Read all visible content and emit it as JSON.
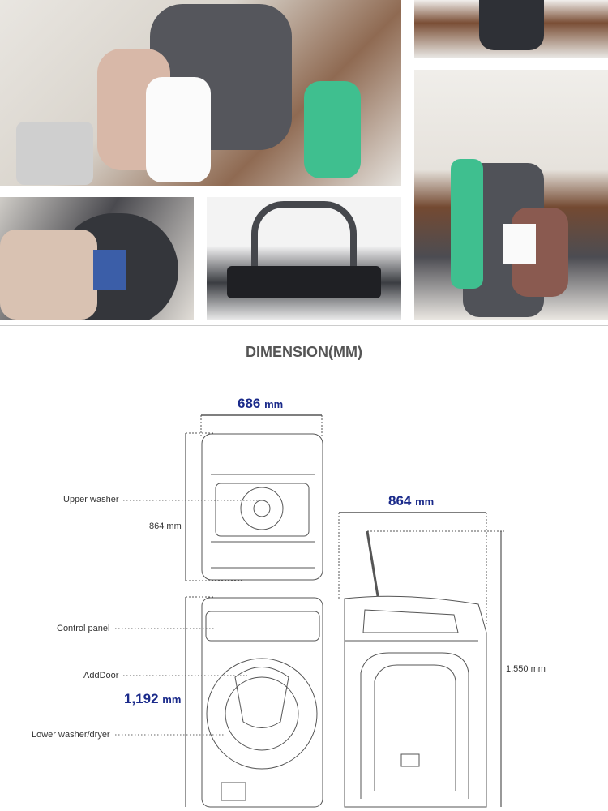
{
  "section_title": "DIMENSION(MM)",
  "dimensions": {
    "width": {
      "value": "686",
      "unit": "mm"
    },
    "upper_height": {
      "value": "864",
      "unit": "mm"
    },
    "lower_height": {
      "value": "1,192",
      "unit": "mm"
    },
    "depth": {
      "value": "864",
      "unit": "mm"
    },
    "total_height": {
      "value": "1,550",
      "unit": "mm"
    }
  },
  "callouts": [
    "Upper washer",
    "Control panel",
    "AddDoor",
    "Lower washer/dryer"
  ],
  "colors": {
    "dimension_accent": "#1a2a8a",
    "title": "#555555"
  }
}
